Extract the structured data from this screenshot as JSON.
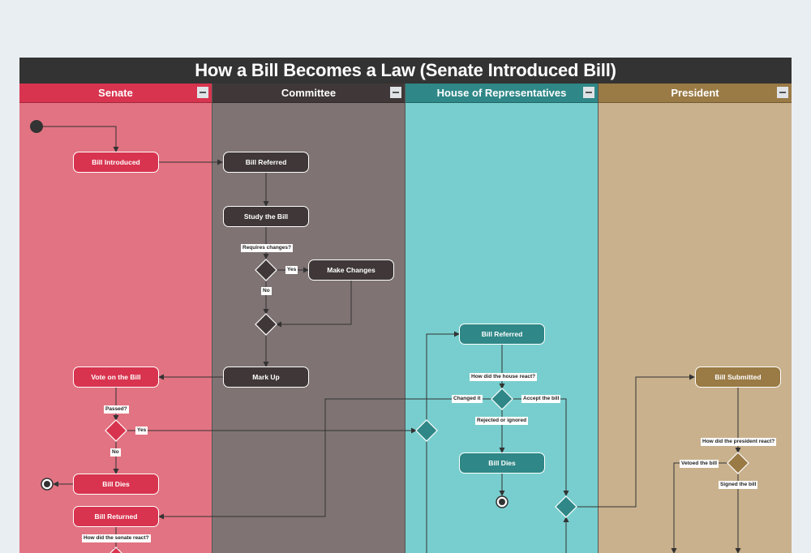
{
  "title": "How a Bill Becomes a Law (Senate Introduced Bill)",
  "lanes": [
    {
      "label": "Senate",
      "color": "#e27382",
      "header_color": "#d8344f"
    },
    {
      "label": "Committee",
      "color": "#7f7373",
      "header_color": "#403838"
    },
    {
      "label": "House of Representatives",
      "color": "#78cece",
      "header_color": "#2f8787"
    },
    {
      "label": "President",
      "color": "#c9b18d",
      "header_color": "#9a7a45"
    }
  ],
  "nodes": {
    "bill_introduced": "Bill Introduced",
    "bill_referred_committee": "Bill Referred",
    "study_the_bill": "Study the Bill",
    "make_changes": "Make Changes",
    "mark_up": "Mark Up",
    "vote_on_the_bill": "Vote on the Bill",
    "bill_dies_senate": "Bill Dies",
    "bill_returned": "Bill Returned",
    "bill_referred_house": "Bill Referred",
    "bill_dies_house": "Bill Dies",
    "bill_submitted": "Bill Submitted"
  },
  "labels": {
    "requires_changes": "Requires changes?",
    "yes_changes": "Yes",
    "no_changes": "No",
    "passed": "Passed?",
    "yes_passed": "Yes",
    "no_passed": "No",
    "house_react": "How did the house react?",
    "changed_it": "Changed it",
    "accept_the_bill": "Accept the bill",
    "rejected_or_ignored": "Rejected or ignored",
    "president_react": "How did the president react?",
    "vetoed": "Vetoed the bill",
    "signed": "Signed the bill",
    "senate_react": "How did the senate react?"
  },
  "colors": {
    "senate_node": "#d8344f",
    "committee_node": "#403838",
    "house_node": "#2f8787",
    "president_node": "#9a7a45",
    "connector": "#333333"
  }
}
